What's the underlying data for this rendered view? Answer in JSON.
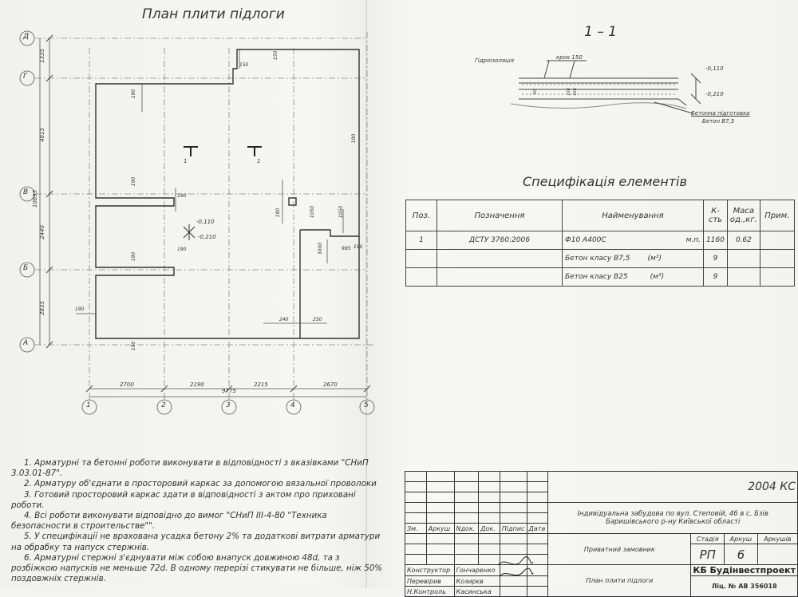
{
  "plan": {
    "title": "План плити підлоги",
    "axes_letters": [
      "Д",
      "Г",
      "В",
      "Б",
      "А"
    ],
    "axes_numbers": [
      "1",
      "2",
      "3",
      "4",
      "5"
    ],
    "dim_vertical_small": [
      "1335",
      "4915",
      "10695",
      "2440",
      "2835"
    ],
    "dim_bottom": [
      "2700",
      "2190",
      "2215",
      "2670"
    ],
    "dim_total": "9775",
    "dims_inner": [
      "150",
      "190",
      "190",
      "190",
      "190",
      "190",
      "190",
      "190",
      "190",
      "190",
      "190",
      "150",
      "240",
      "250",
      "1050",
      "1050",
      "3000",
      "985",
      "1",
      "1"
    ],
    "elev_1": "-0,110",
    "elev_2": "-0,210"
  },
  "section": {
    "title": "1 – 1",
    "waterproofing": "Гідроізоляція",
    "step": "крок 150",
    "elev_top": "-0,110",
    "elev_bottom": "-0,210",
    "base_label": "Бетонна підготовка",
    "base_class": "Бетон В7,5",
    "dims": [
      "50",
      "100",
      "100"
    ]
  },
  "spec": {
    "title": "Специфікація елементів",
    "headers": [
      "Поз.",
      "Позначення",
      "Найменування",
      "К-сть",
      "Маса од.,кг.",
      "Прим."
    ],
    "rows": [
      {
        "pos": "1",
        "designation": "ДСТУ 3760:2006",
        "name": "Ф10 А400С",
        "unit": "м.п.",
        "qty": "1160",
        "mass": "0.62",
        "note": ""
      },
      {
        "pos": "",
        "designation": "",
        "name": "Бетон класу В7,5",
        "unit": "(м³)",
        "qty": "9",
        "mass": "",
        "note": ""
      },
      {
        "pos": "",
        "designation": "",
        "name": "Бетон класу В25",
        "unit": "(м³)",
        "qty": "9",
        "mass": "",
        "note": ""
      }
    ]
  },
  "notes": [
    "1. Арматурні та бетонні роботи виконувати в відповідності з вказівками \"СНиП 3.03.01-87\".",
    "2. Арматуру об'єднати в просторовий каркас за допомогою вязальної проволоки",
    "3. Готовий просторовий каркас здати в відповідності з актом про приховані роботи.",
    "4. Всі роботи виконувати відповідно до вимог \"СНиП III-4-80 \"Техника безопасности в строительстве\"\".",
    "5. У специфікації не врахована усадка бетону 2% та додаткові витрати арматури на обрабку та напуск стержнів.",
    "6. Арматурні стержні з'єднувати між собою внапуск довжиною 48d, та з розбіжкою напусків не меньше 72d. В одному перерізі стикувати не більше, ніж 50% поздовжніх стержнів."
  ],
  "stamp": {
    "code": "2004 КС",
    "project": "Індивідуальна забудова по вул. Степовій, 46 в с. Бзів Баришівського р-ну Київської області",
    "change_headers": [
      "Зм.",
      "Аркуш",
      "Nдок.",
      "Док.",
      "Підпис",
      "Дата"
    ],
    "customer": "Приватний замовник",
    "stage_header": "Стадія",
    "sheet_header": "Аркуш",
    "sheets_header": "Аркушів",
    "stage": "РП",
    "sheet": "6",
    "sheets": "",
    "role1": "Конструктор",
    "name1": "Гончаренко",
    "role2": "Перевірив",
    "name2": "Козирєв",
    "role3": "Н.Контроль",
    "name3": "Касинська",
    "drawing_name": "План плити підлоги",
    "org": "КБ Будінвестпроект",
    "license": "Ліц. № АВ 356018"
  }
}
